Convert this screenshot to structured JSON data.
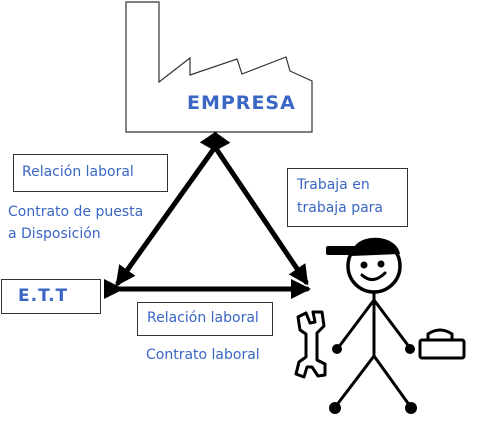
{
  "empresa": {
    "label": "EMPRESA"
  },
  "relacion_top": {
    "label": "Relación laboral"
  },
  "contrato_puesta": {
    "text": "Contrato de puesta\na Disposición"
  },
  "ett": {
    "label": "E.T.T"
  },
  "trabaja": {
    "text": "Trabaja en\ntrabaja para"
  },
  "relacion_bottom": {
    "label": "Relación laboral"
  },
  "contrato_laboral": {
    "text": "Contrato laboral"
  },
  "colors": {
    "text": "#3a66c4",
    "lines": "#000000",
    "background": "#ffffff"
  },
  "icons": [
    "factory-icon",
    "stick-figure-worker-icon",
    "wrench-icon",
    "toolbox-icon",
    "triangle-arrows"
  ]
}
